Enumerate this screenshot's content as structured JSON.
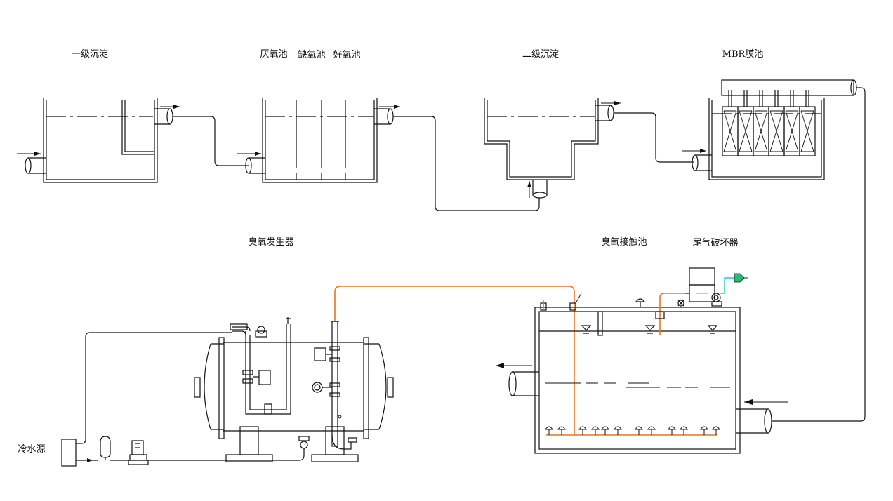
{
  "labels": {
    "primary_settling": "一级沉淀",
    "anaerobic": "厌氧池",
    "anoxic": "缺氧池",
    "aerobic": "好氧池",
    "secondary_settling": "二级沉淀",
    "mbr": "MBR膜池",
    "ozone_generator": "臭氧发生器",
    "ozone_contact": "臭氧接触池",
    "off_gas_destructor": "尾气破坏器",
    "cooling_water": "冷水源"
  },
  "colors": {
    "ozone_line": "#e8761e",
    "vent_line": "#1ec8d8",
    "vent_outlet": "#2db87a",
    "line": "#111111"
  }
}
